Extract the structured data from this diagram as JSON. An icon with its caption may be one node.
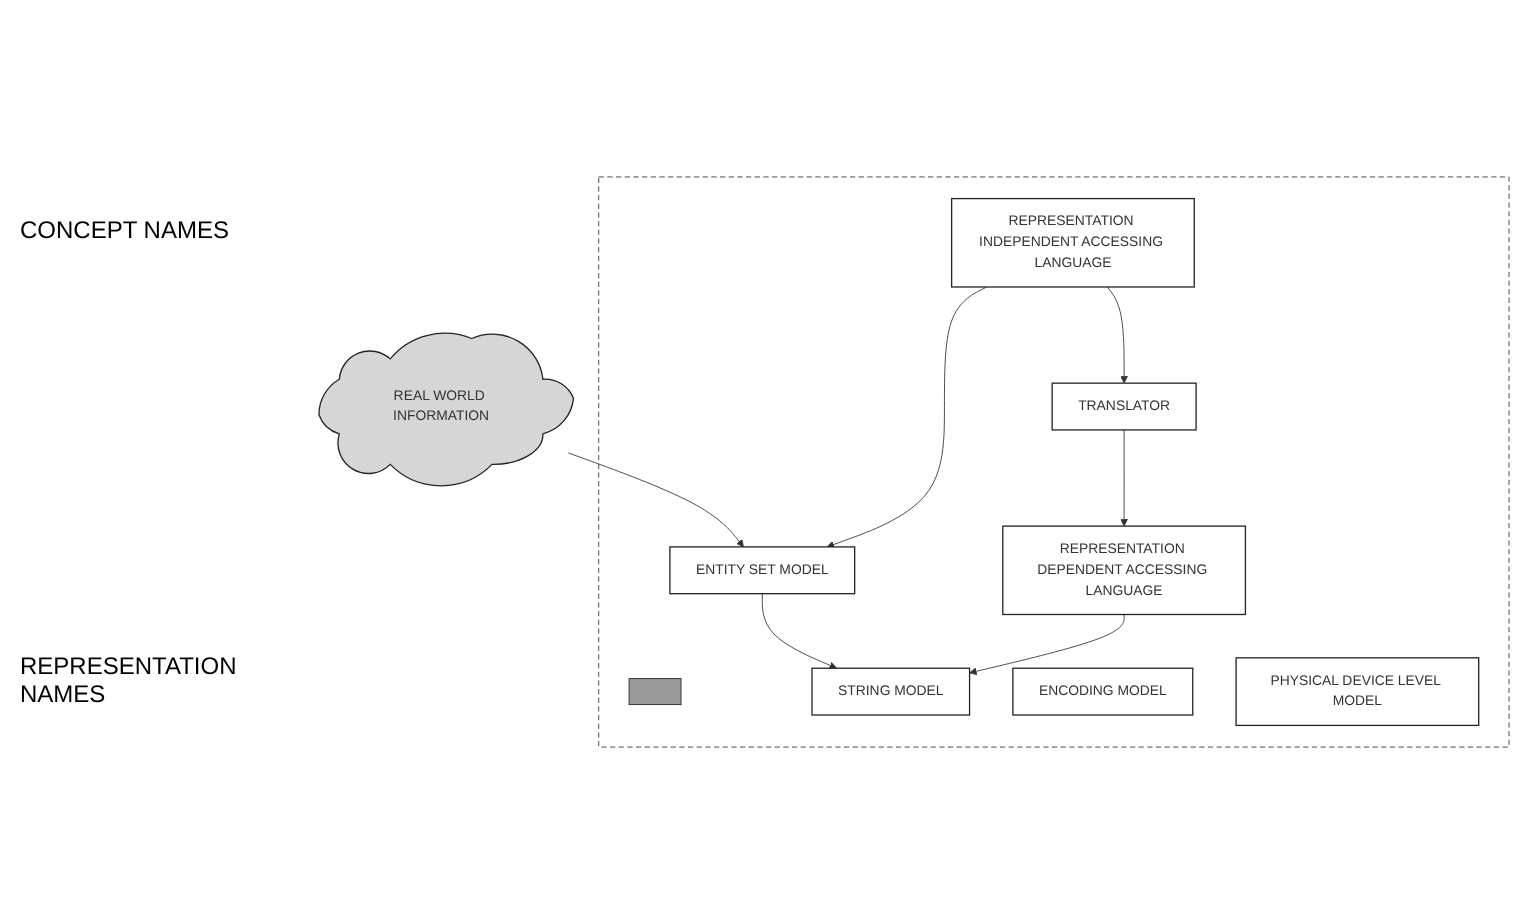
{
  "diagram": {
    "nodes": [
      {
        "text": [
          "REAL WORLD INFORMATION"
        ]
      },
      {
        "text": [],
        "shape": "box"
      },
      {
        "text": [
          "ENTITY SET MODEL"
        ],
        "in": 1
      },
      {
        "text": [
          "REPRESENTATION INDEPENDENT ACCESSING LANGUAGE"
        ],
        "in": 1
      },
      {
        "text": [],
        "shape": "bar",
        "in": 1
      },
      {
        "text": [
          "TRANSLATOR"
        ],
        "in": 1
      },
      {
        "text": [
          "STRING MODEL"
        ],
        "in": 1
      },
      {
        "text": [
          "REPRESENTATION DEPENDENT ACCESSING LANGUAGE"
        ],
        "in": 1
      },
      {
        "text": [
          "ENCODING MODEL"
        ],
        "in": 1
      },
      {
        "text": [
          "PHYSICAL DEVICE LEVEL MODEL"
        ],
        "in": 1
      }
    ],
    "edges": [
      {
        "from": 0,
        "to": 2,
        "arrow": "to"
      },
      {
        "from": 3,
        "to": 2,
        "arrow": "to"
      },
      {
        "from": 3,
        "to": 5,
        "arrow": "to"
      },
      {
        "from": 2,
        "to": 6,
        "arrow": "to"
      },
      {
        "from": 5,
        "to": 7,
        "arrow": "to"
      },
      {
        "from": 7,
        "to": 6,
        "arrow": "to"
      }
    ],
    "labels": [
      "CONCEPT NAMES",
      "REPRESENTATION NAMES"
    ]
  }
}
